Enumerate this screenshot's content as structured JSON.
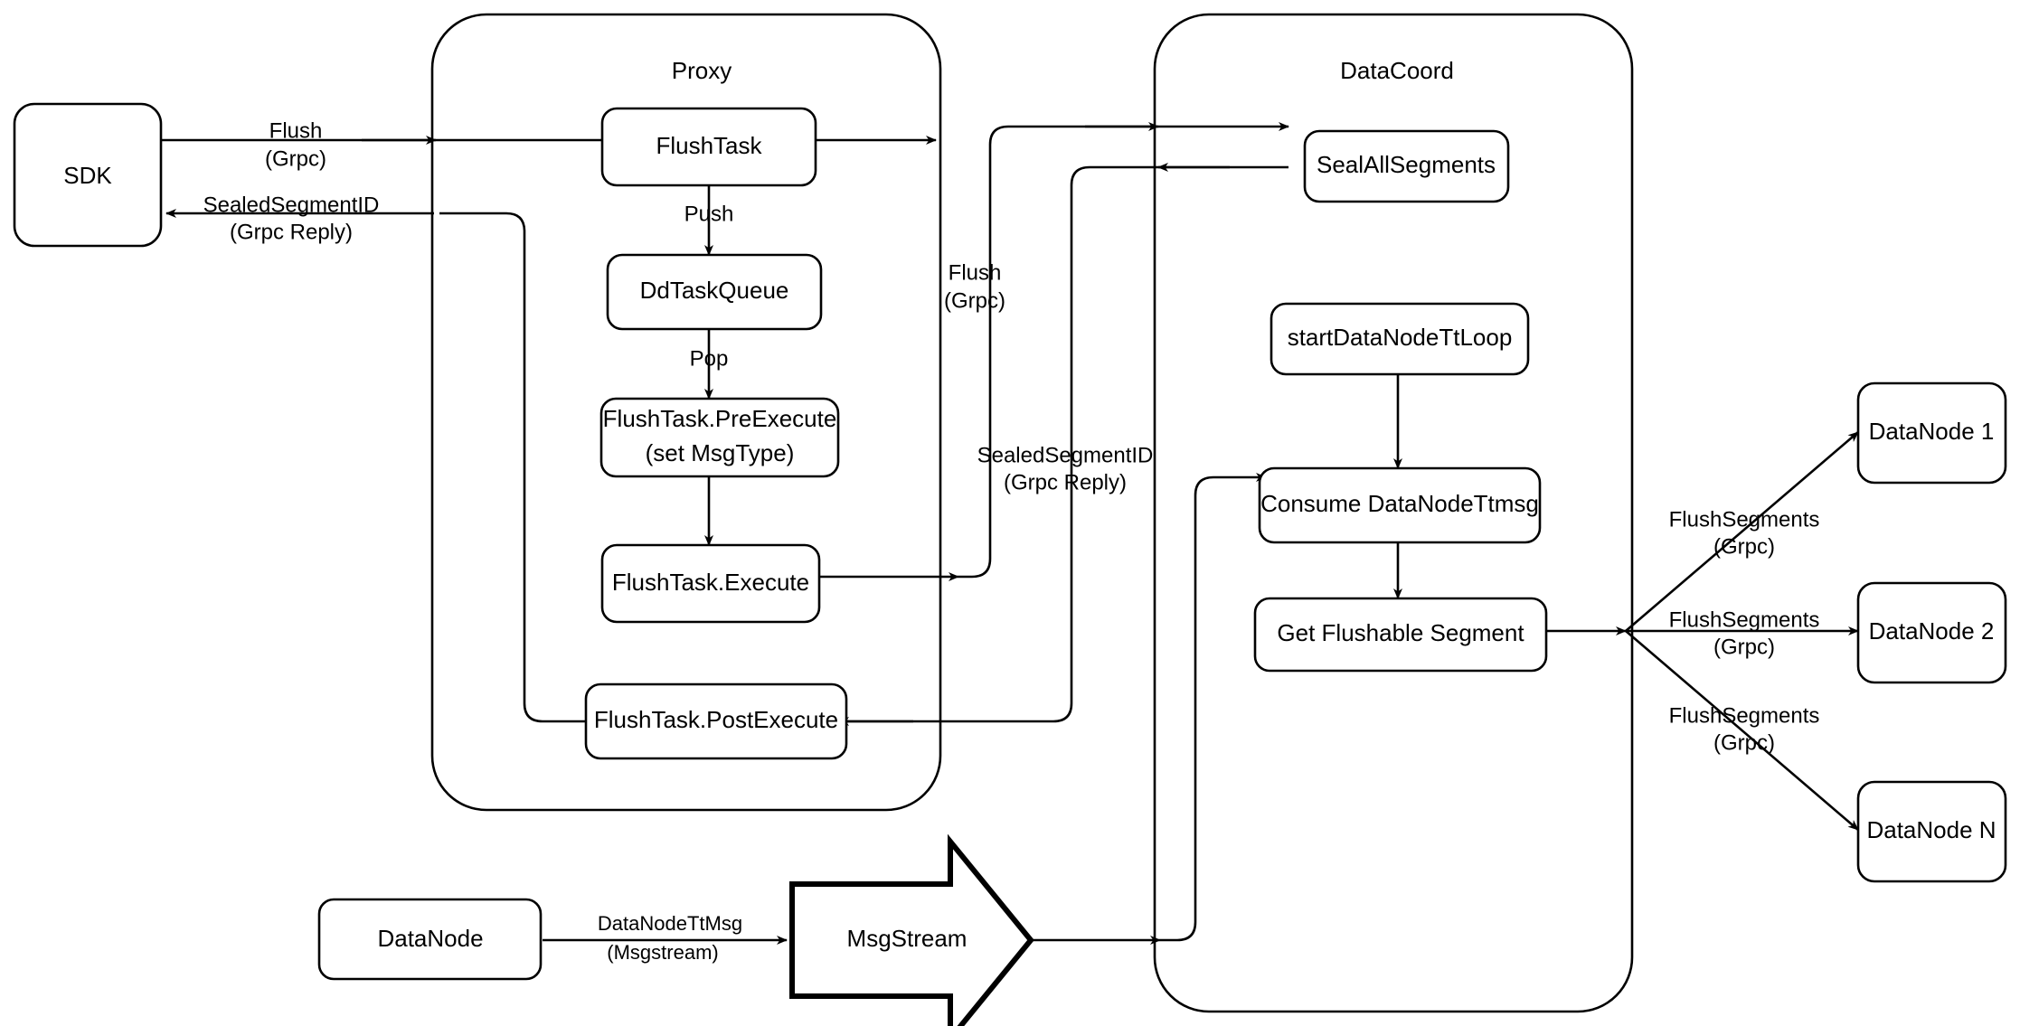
{
  "diagram": {
    "title": "Milvus Flush Flow",
    "stroke_color": "#000000",
    "fill_color": "#ffffff"
  },
  "groups": {
    "proxy": {
      "label": "Proxy"
    },
    "datacoord": {
      "label": "DataCoord"
    }
  },
  "nodes": {
    "sdk": {
      "label": "SDK"
    },
    "flush_task": {
      "label": "FlushTask"
    },
    "dd_task_queue": {
      "label": "DdTaskQueue"
    },
    "pre_execute_line1": {
      "label": "FlushTask.PreExecute"
    },
    "pre_execute_line2": {
      "label": "(set MsgType)"
    },
    "execute": {
      "label": "FlushTask.Execute"
    },
    "post_execute": {
      "label": "FlushTask.PostExecute"
    },
    "seal_all_segments": {
      "label": "SealAllSegments"
    },
    "start_tt_loop": {
      "label": "startDataNodeTtLoop"
    },
    "consume_tt_msg": {
      "label": "Consume DataNodeTtmsg"
    },
    "get_flushable_segment": {
      "label": "Get Flushable Segment"
    },
    "datanode_source": {
      "label": "DataNode"
    },
    "msgstream": {
      "label": "MsgStream"
    },
    "datanode_1": {
      "label": "DataNode 1"
    },
    "datanode_2": {
      "label": "DataNode 2"
    },
    "datanode_n": {
      "label": "DataNode N"
    }
  },
  "edge_labels": {
    "sdk_to_proxy_l1": "Flush",
    "sdk_to_proxy_l2": "(Grpc)",
    "proxy_to_sdk_l1": "SealedSegmentID",
    "proxy_to_sdk_l2": "(Grpc Reply)",
    "push": "Push",
    "pop": "Pop",
    "proxy_to_coord_l1": "Flush",
    "proxy_to_coord_l2": "(Grpc)",
    "coord_to_proxy_l1": "SealedSegmentID",
    "coord_to_proxy_l2": "(Grpc Reply)",
    "datanode_ttmsg_l1": "DataNodeTtMsg",
    "datanode_ttmsg_l2": "(Msgstream)",
    "flush_segments_1_l1": "FlushSegments",
    "flush_segments_1_l2": "(Grpc)",
    "flush_segments_2_l1": "FlushSegments",
    "flush_segments_2_l2": "(Grpc)",
    "flush_segments_n_l1": "FlushSegments",
    "flush_segments_n_l2": "(Grpc)"
  }
}
